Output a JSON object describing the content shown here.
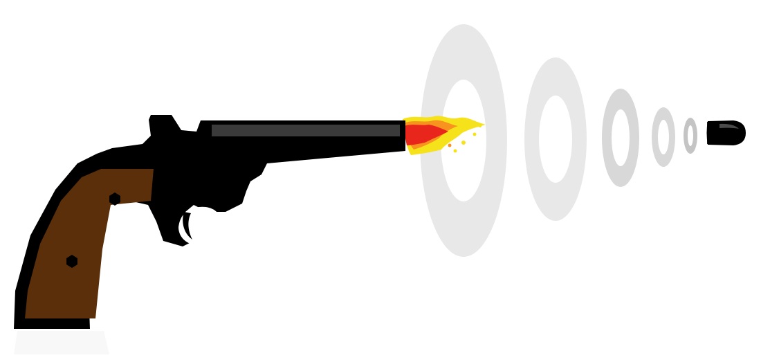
{
  "scene": {
    "subject": "revolver-firing-bullet",
    "icons": [
      "revolver-icon",
      "muzzle-flash-icon",
      "shockwave-rings-icon",
      "bullet-icon"
    ],
    "colors": {
      "background": "#ffffff",
      "gun_body": "#000000",
      "barrel_highlight": "#3a3a3a",
      "grip_wood": "#5a2f0a",
      "grip_screw": "#000000",
      "flame_red": "#e8261b",
      "flame_orange": "#f7931e",
      "flame_yellow": "#f6e21a",
      "ring_light": "#e8e8e8",
      "ring_mid": "#d8d8d8",
      "ring_dark": "#c4c4c4",
      "bullet": "#000000",
      "bullet_highlight": "#4a4a4a",
      "reflection": "#f2f2f2"
    },
    "rings": [
      {
        "name": "shockwave-ring-1",
        "shade": "ring_light"
      },
      {
        "name": "shockwave-ring-2",
        "shade": "ring_light"
      },
      {
        "name": "shockwave-ring-3",
        "shade": "ring_mid"
      },
      {
        "name": "shockwave-ring-4",
        "shade": "ring_mid"
      },
      {
        "name": "shockwave-ring-5",
        "shade": "ring_dark"
      }
    ]
  }
}
